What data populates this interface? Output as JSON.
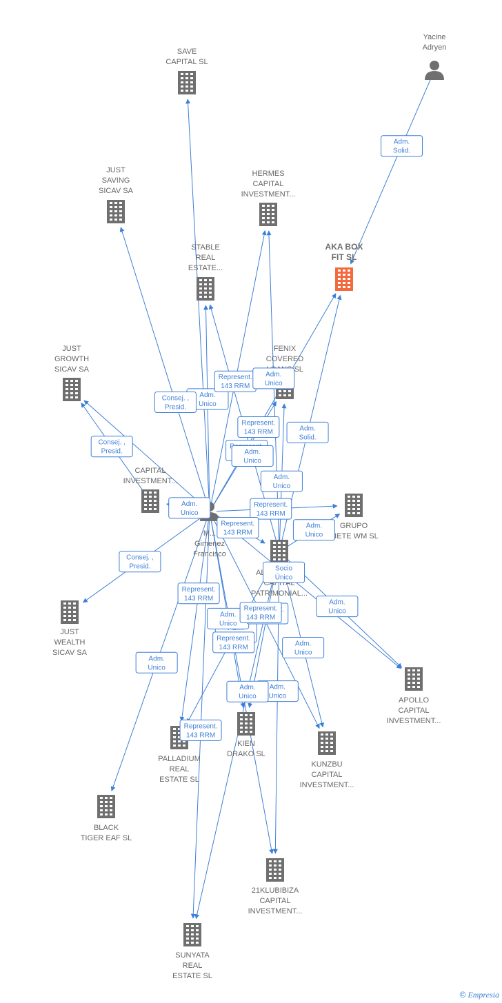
{
  "brand": {
    "copyright": "©",
    "name": "Empresia"
  },
  "colors": {
    "edge": "#3d7fd6",
    "building": "#6f6f6f",
    "main_building": "#f26a3d",
    "person": "#6f6f6f"
  },
  "nodes": [
    {
      "id": "save",
      "kind": "company",
      "lines": [
        "SAVE",
        "CAPITAL SL"
      ]
    },
    {
      "id": "yacine",
      "kind": "person",
      "lines": [
        "Yacine",
        "Adryen"
      ]
    },
    {
      "id": "justsaving",
      "kind": "company",
      "lines": [
        "JUST",
        "SAVING",
        "SICAV SA"
      ]
    },
    {
      "id": "hermes",
      "kind": "company",
      "lines": [
        "HERMES",
        "CAPITAL",
        "INVESTMENT..."
      ]
    },
    {
      "id": "stable",
      "kind": "company",
      "lines": [
        "STABLE",
        "REAL",
        "ESTATE..."
      ]
    },
    {
      "id": "akabox",
      "kind": "main",
      "lines": [
        "AKA BOX",
        "FIT SL"
      ]
    },
    {
      "id": "justgrowth",
      "kind": "company",
      "lines": [
        "JUST",
        "GROWTH",
        "SICAV SA"
      ]
    },
    {
      "id": "fenix",
      "kind": "company",
      "lines": [
        "FENIX",
        "COVERED",
        "LOANS SL"
      ]
    },
    {
      "id": "capinv",
      "kind": "company",
      "lines": [
        "CAPITAL",
        "INVESTMENT..."
      ]
    },
    {
      "id": "person",
      "kind": "person",
      "lines": [
        "M...",
        "Gimenez",
        "Francisco"
      ]
    },
    {
      "id": "grupo",
      "kind": "company",
      "lines": [
        "GRUPO",
        "RIETE WM SL"
      ]
    },
    {
      "id": "almadraba",
      "kind": "company",
      "lines": [
        "ALMADRABA",
        "CAPITAL",
        "PATRIMONIAL..."
      ]
    },
    {
      "id": "justwealth",
      "kind": "company",
      "lines": [
        "JUST",
        "WEALTH",
        "SICAV SA"
      ]
    },
    {
      "id": "apollo",
      "kind": "company",
      "lines": [
        "APOLLO",
        "CAPITAL",
        "INVESTMENT..."
      ]
    },
    {
      "id": "kien",
      "kind": "company",
      "lines": [
        "KIEN",
        "DRAKO SL"
      ]
    },
    {
      "id": "palladium",
      "kind": "company",
      "lines": [
        "PALLADIUM",
        "REAL",
        "ESTATE SL"
      ]
    },
    {
      "id": "kunzbu",
      "kind": "company",
      "lines": [
        "KUNZBU",
        "CAPITAL",
        "INVESTMENT..."
      ]
    },
    {
      "id": "black",
      "kind": "company",
      "lines": [
        "BLACK",
        "TIGER EAF SL"
      ]
    },
    {
      "id": "klub",
      "kind": "company",
      "lines": [
        "21KLUBIBIZA",
        "CAPITAL",
        "INVESTMENT..."
      ]
    },
    {
      "id": "sunyata",
      "kind": "company",
      "lines": [
        "SUNYATA",
        "REAL",
        "ESTATE SL"
      ]
    }
  ],
  "edges": [
    {
      "from": "yacine",
      "to": "akabox",
      "label": [
        "Adm.",
        "Solid."
      ]
    },
    {
      "from": "person",
      "to": "save",
      "label": []
    },
    {
      "from": "person",
      "to": "stable",
      "label": [
        "Adm.",
        "Unico"
      ]
    },
    {
      "from": "person",
      "to": "justsaving",
      "label": [
        "Consej. ,",
        "Presid."
      ]
    },
    {
      "from": "person",
      "to": "hermes",
      "label": [
        "Represent.",
        "143 RRM"
      ]
    },
    {
      "from": "person",
      "to": "fenix",
      "label": [
        "Represent.",
        "143 RRM"
      ]
    },
    {
      "from": "person",
      "to": "akabox",
      "label": [
        "Represent.",
        "143 RRM"
      ]
    },
    {
      "from": "almadraba",
      "to": "akabox",
      "label": [
        "Adm.",
        "Solid."
      ]
    },
    {
      "from": "almadraba",
      "to": "hermes",
      "label": [
        "Adm.",
        "Unico"
      ]
    },
    {
      "from": "almadraba",
      "to": "stable",
      "label": [
        "Adm.",
        "Unico"
      ]
    },
    {
      "from": "almadraba",
      "to": "fenix",
      "label": [
        "Adm.",
        "Unico"
      ]
    },
    {
      "from": "capinv",
      "to": "justgrowth",
      "label": [
        "Consej. ,",
        "Presid."
      ]
    },
    {
      "from": "person",
      "to": "justgrowth",
      "label": []
    },
    {
      "from": "person",
      "to": "grupo",
      "label": [
        "Represent.",
        "143 RRM"
      ]
    },
    {
      "from": "almadraba",
      "to": "grupo",
      "label": [
        "Adm.",
        "Unico"
      ]
    },
    {
      "from": "person",
      "to": "capinv",
      "label": [
        "Adm.",
        "Unico"
      ]
    },
    {
      "from": "person",
      "to": "almadraba",
      "label": [
        "Represent.",
        "143 RRM"
      ]
    },
    {
      "from": "person",
      "to": "justwealth",
      "label": [
        "Consej. ,",
        "Presid."
      ]
    },
    {
      "from": "person",
      "to": "apollo",
      "label": [
        "Socio",
        "Único"
      ]
    },
    {
      "from": "almadraba",
      "to": "apollo",
      "label": [
        "Adm.",
        "Unico"
      ]
    },
    {
      "from": "person",
      "to": "black",
      "label": [
        "Adm.",
        "Unico"
      ]
    },
    {
      "from": "person",
      "to": "palladium",
      "label": [
        "Represent.",
        "143 RRM"
      ]
    },
    {
      "from": "almadraba",
      "to": "palladium",
      "label": [
        "Adm.",
        "Unico"
      ]
    },
    {
      "from": "person",
      "to": "kien",
      "label": [
        "Adm.",
        "Unico"
      ]
    },
    {
      "from": "almadraba",
      "to": "kien",
      "label": [
        "Represent.",
        "143 RRM"
      ]
    },
    {
      "from": "person",
      "to": "kunzbu",
      "label": [
        "Represent.",
        "143 RRM"
      ]
    },
    {
      "from": "almadraba",
      "to": "kunzbu",
      "label": [
        "Adm.",
        "Unico"
      ]
    },
    {
      "from": "person",
      "to": "klub",
      "label": [
        "Represent.",
        "143 RRM"
      ]
    },
    {
      "from": "almadraba",
      "to": "klub",
      "label": [
        "Adm.",
        "Unico"
      ]
    },
    {
      "from": "person",
      "to": "sunyata",
      "label": [
        "Represent.",
        "143 RRM"
      ]
    },
    {
      "from": "almadraba",
      "to": "sunyata",
      "label": [
        "Adm.",
        "Unico"
      ]
    }
  ]
}
